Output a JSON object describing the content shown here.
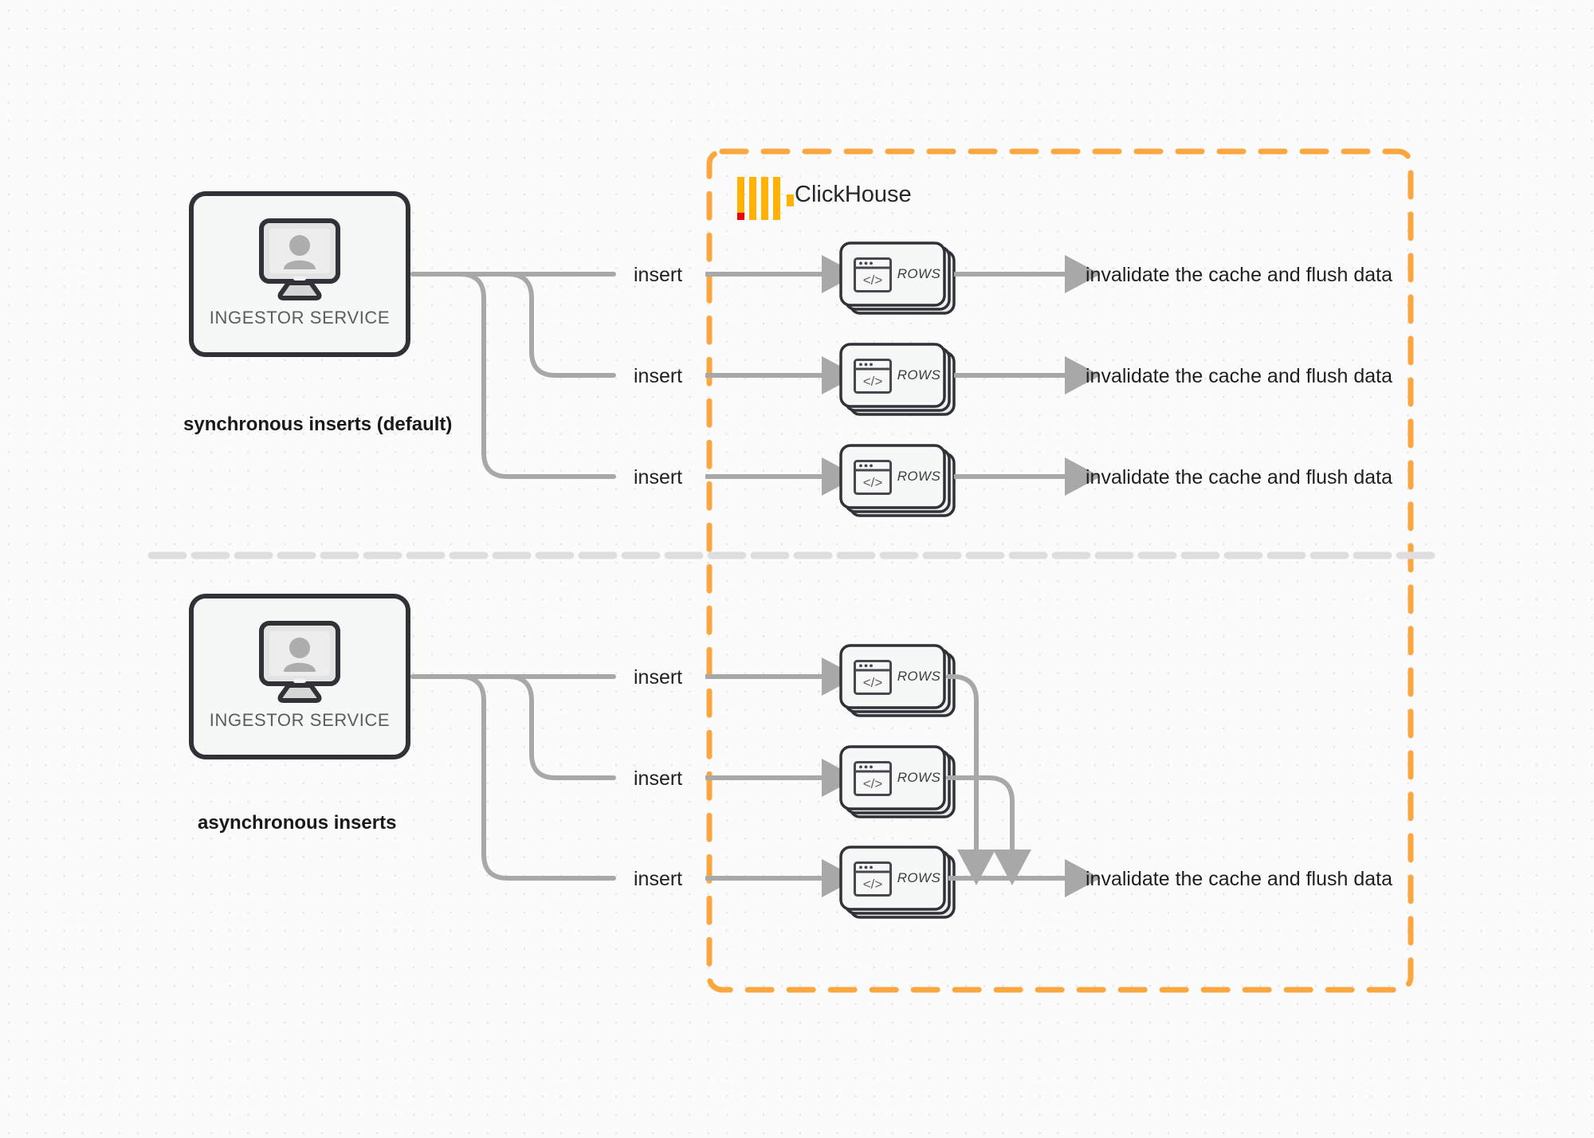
{
  "diagram": {
    "title": "ClickHouse synchronous vs asynchronous inserts",
    "colors": {
      "background": "#fbfbfb",
      "grid_dot": "#e7e6e6",
      "boundary_dashed": "#f9a73e",
      "logo_bar": "#ffb300",
      "logo_accent": "#f00000",
      "connector": "#a8a8a8",
      "node_border": "#2f3337",
      "node_fill": "#f5f6f6",
      "text": "#1f1f1f"
    },
    "boundary": {
      "label": "ClickHouse",
      "logo_name": "clickhouse-logo",
      "style": "dashed"
    },
    "divider": {
      "name": "section-divider",
      "style": "dashed"
    },
    "sections": [
      {
        "id": "sync",
        "group_label": "synchronous inserts (default)",
        "source": {
          "label": "INGESTOR SERVICE",
          "icon": "monitor-user-icon"
        },
        "edge_label": "insert",
        "nodes": [
          {
            "label": "ROWS",
            "icon": "code-window-icon",
            "result": "invalidate the cache and flush data"
          },
          {
            "label": "ROWS",
            "icon": "code-window-icon",
            "result": "invalidate the cache and flush data"
          },
          {
            "label": "ROWS",
            "icon": "code-window-icon",
            "result": "invalidate the cache and flush data"
          }
        ]
      },
      {
        "id": "async",
        "group_label": "asynchronous inserts",
        "source": {
          "label": "INGESTOR SERVICE",
          "icon": "monitor-user-icon"
        },
        "edge_label": "insert",
        "nodes": [
          {
            "label": "ROWS",
            "icon": "code-window-icon",
            "result": ""
          },
          {
            "label": "ROWS",
            "icon": "code-window-icon",
            "result": ""
          },
          {
            "label": "ROWS",
            "icon": "code-window-icon",
            "result": "invalidate the cache and flush data"
          }
        ],
        "merged_result": "invalidate the cache and flush data"
      }
    ]
  }
}
